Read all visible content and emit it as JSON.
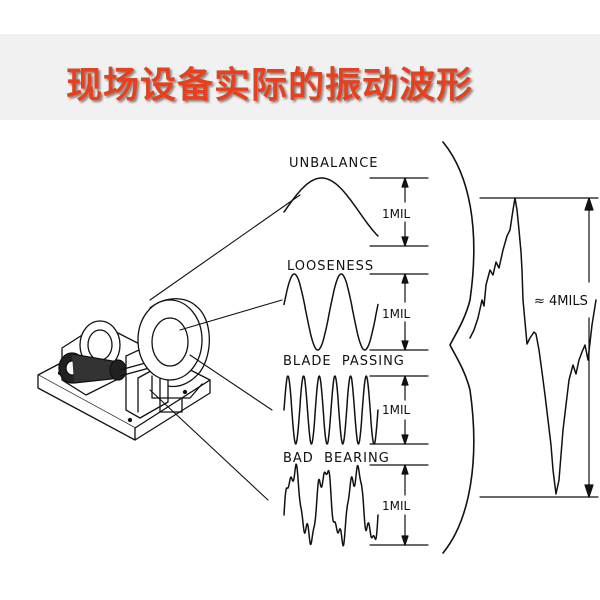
{
  "title": "现场设备实际的振动波形",
  "waveforms": [
    {
      "label": "UNBALANCE",
      "scale": "1MIL"
    },
    {
      "label": "LOOSENESS",
      "scale": "1MIL"
    },
    {
      "label": "BLADE  PASSING",
      "scale": "1MIL"
    },
    {
      "label": "BAD  BEARING",
      "scale": "1MIL"
    }
  ],
  "composite": {
    "scale": "≈ 4MILS"
  },
  "colors": {
    "title": "#e8401c",
    "band": "#f1f1f1",
    "ink": "#111111"
  }
}
